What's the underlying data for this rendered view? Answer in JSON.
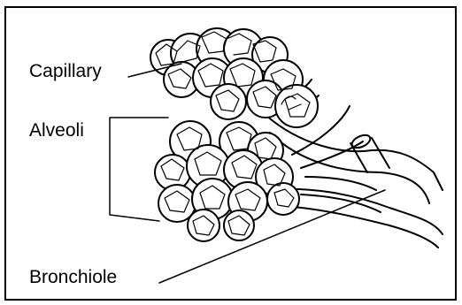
{
  "diagram": {
    "labels": {
      "capillary": "Capillary",
      "alveoli": "Alveoli",
      "bronchiole": "Bronchiole"
    },
    "colors": {
      "ink": "#000000",
      "background": "#ffffff"
    }
  }
}
